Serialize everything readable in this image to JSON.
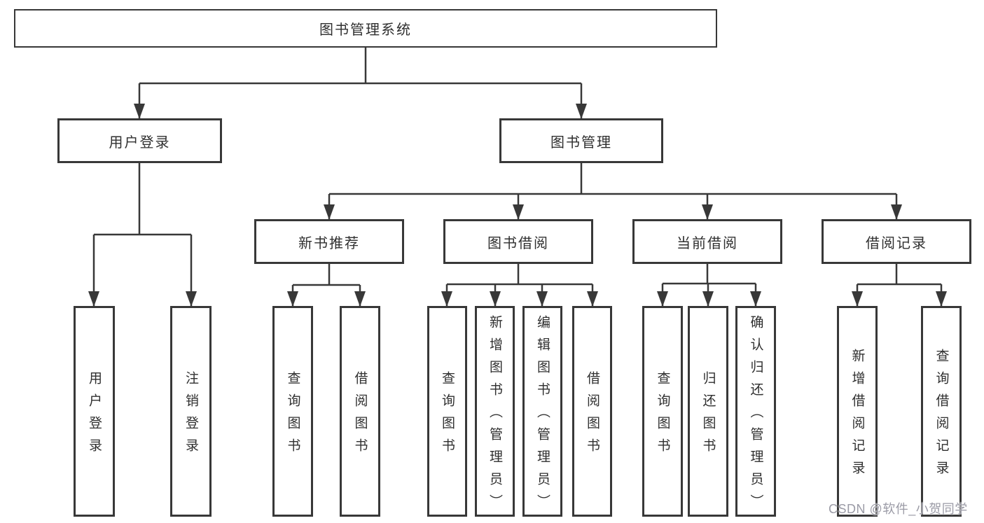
{
  "tree": {
    "root": "图书管理系统",
    "branches": [
      {
        "label": "用户登录",
        "children": [
          "用户登录",
          "注销登录"
        ]
      },
      {
        "label": "图书管理",
        "children": [
          {
            "label": "新书推荐",
            "children": [
              "查询图书",
              "借阅图书"
            ]
          },
          {
            "label": "图书借阅",
            "children": [
              "查询图书",
              "新增图书（管理员）",
              "编辑图书（管理员）",
              "借阅图书"
            ]
          },
          {
            "label": "当前借阅",
            "children": [
              "查询图书",
              "归还图书",
              "确认归还（管理员）"
            ]
          },
          {
            "label": "借阅记录",
            "children": [
              "新增借阅记录",
              "查询借阅记录"
            ]
          }
        ]
      }
    ]
  },
  "watermark": {
    "text": "CSDN @软件_小贺同学",
    "color": "#9b9ba6"
  },
  "colors": {
    "line": "#383838",
    "box_border": "#383838",
    "text": "#2f2f2f",
    "background": "#ffffff"
  }
}
